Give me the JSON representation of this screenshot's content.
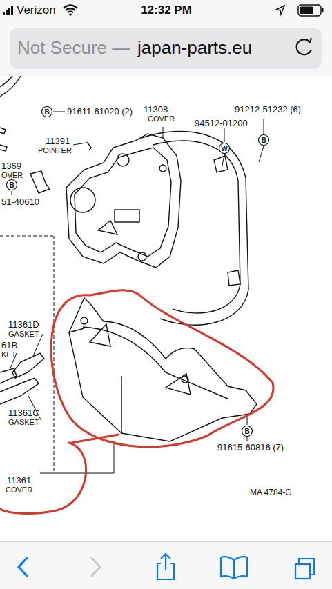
{
  "diagram": {
    "labels": [
      "Verizon",
      "12:32 PM",
      "Not Secure —",
      "japan-parts.eu",
      "B",
      "91611-61020 (2)",
      "11308",
      "COVER",
      "91212-51232 (6)",
      "94512-01200",
      "W",
      "B",
      "11391",
      "POINTER",
      "1369",
      "OVER",
      "B",
      "51-40610",
      "11361D",
      "GASKET",
      "61B",
      "KET",
      "11361C",
      "GASKET",
      "B",
      "91615-60816 (7)",
      "11361",
      "COVER",
      "MA 4784-G"
    ]
  }
}
